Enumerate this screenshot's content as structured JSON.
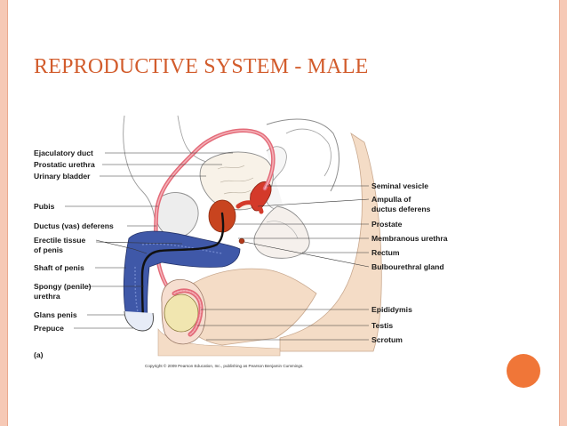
{
  "slide": {
    "title": "REPRODUCTIVE SYSTEM - MALE",
    "accent_color": "#d25c2c",
    "border_color": "#f6c9b6",
    "dot_color": "#f07638"
  },
  "diagram": {
    "left_labels": [
      {
        "text": "Ejaculatory duct"
      },
      {
        "text": "Prostatic urethra"
      },
      {
        "text": "Urinary bladder"
      },
      {
        "text": "Pubis"
      },
      {
        "text": "Ductus (vas) deferens"
      },
      {
        "text": "Erectile tissue"
      },
      {
        "text": "of penis"
      },
      {
        "text": "Shaft of penis"
      },
      {
        "text": "Spongy (penile)"
      },
      {
        "text": "urethra"
      },
      {
        "text": "Glans penis"
      },
      {
        "text": "Prepuce"
      }
    ],
    "right_labels": [
      {
        "text": "Seminal vesicle"
      },
      {
        "text": "Ampulla of"
      },
      {
        "text": "ductus deferens"
      },
      {
        "text": "Prostate"
      },
      {
        "text": "Membranous urethra"
      },
      {
        "text": "Rectum"
      },
      {
        "text": "Bulbourethral gland"
      },
      {
        "text": "Epididymis"
      },
      {
        "text": "Testis"
      },
      {
        "text": "Scrotum"
      }
    ],
    "panel_label": "(a)",
    "copyright": "Copyright © 2009 Pearson Education, Inc., publishing as Pearson Benjamin Cummings."
  }
}
